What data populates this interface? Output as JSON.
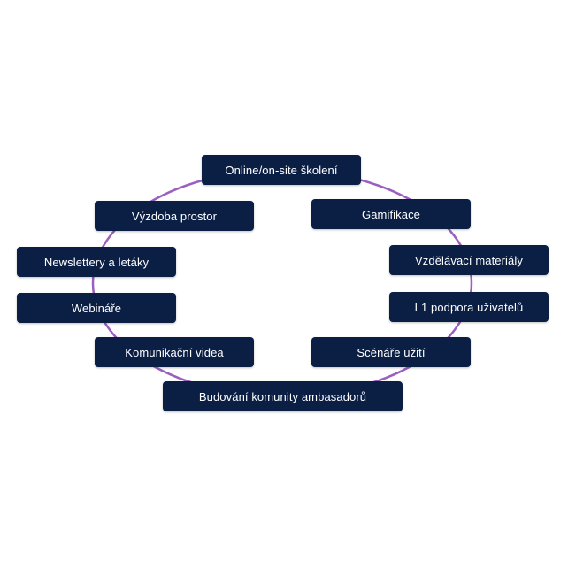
{
  "diagram": {
    "colors": {
      "node_fill": "#0b1f45",
      "node_text": "#ffffff",
      "ring_stroke": "#9b5fc0",
      "background": "#ffffff"
    },
    "nodes": [
      {
        "id": "online",
        "label": "Online/on-site školení"
      },
      {
        "id": "gamif",
        "label": "Gamifikace"
      },
      {
        "id": "vzdel",
        "label": "Vzdělávací materiály"
      },
      {
        "id": "l1",
        "label": "L1 podpora uživatelů"
      },
      {
        "id": "scen",
        "label": "Scénáře užití"
      },
      {
        "id": "budov",
        "label": "Budování komunity ambasadorů"
      },
      {
        "id": "komvid",
        "label": "Komunikační videa"
      },
      {
        "id": "webin",
        "label": "Webináře"
      },
      {
        "id": "newsl",
        "label": "Newslettery a letáky"
      },
      {
        "id": "vyzd",
        "label": "Výzdoba prostor"
      }
    ]
  }
}
